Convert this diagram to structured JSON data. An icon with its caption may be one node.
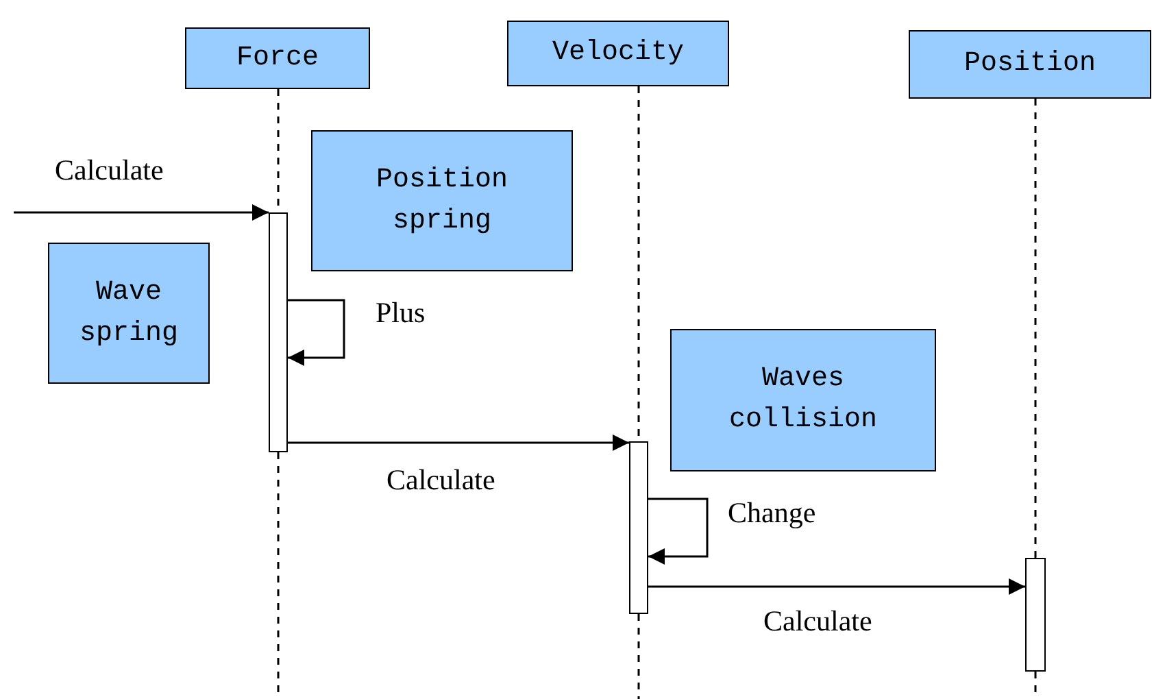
{
  "diagram": {
    "nodes": [
      {
        "text": [
          "Force"
        ]
      },
      {
        "text": [
          "Velocity"
        ]
      },
      {
        "text": [
          "Position"
        ]
      },
      {
        "text": [
          "Position spring"
        ]
      },
      {
        "text": [],
        "shape": "bar"
      },
      {
        "text": [
          "Wave spring"
        ]
      },
      {
        "text": [
          "Waves collision"
        ]
      },
      {
        "text": [],
        "shape": "bar"
      },
      {
        "text": [],
        "shape": "bar"
      }
    ],
    "edges": [
      {
        "from": null,
        "to": 4,
        "arrow": "to",
        "label": "Calculate"
      },
      {
        "from": 4,
        "to": 4,
        "arrow": "to",
        "label": "Plus"
      },
      {
        "from": 4,
        "to": 7,
        "arrow": "to",
        "label": "Calculate"
      },
      {
        "from": 7,
        "to": 7,
        "arrow": "to",
        "label": "Change"
      },
      {
        "from": 7,
        "to": 8,
        "arrow": "to",
        "label": "Calculate"
      },
      {
        "from": 0,
        "to": 4,
        "arrow": "none",
        "style": "dashed"
      },
      {
        "from": 1,
        "to": 7,
        "arrow": "none",
        "style": "dashed"
      },
      {
        "from": 2,
        "to": 8,
        "arrow": "none",
        "style": "dashed"
      }
    ]
  }
}
